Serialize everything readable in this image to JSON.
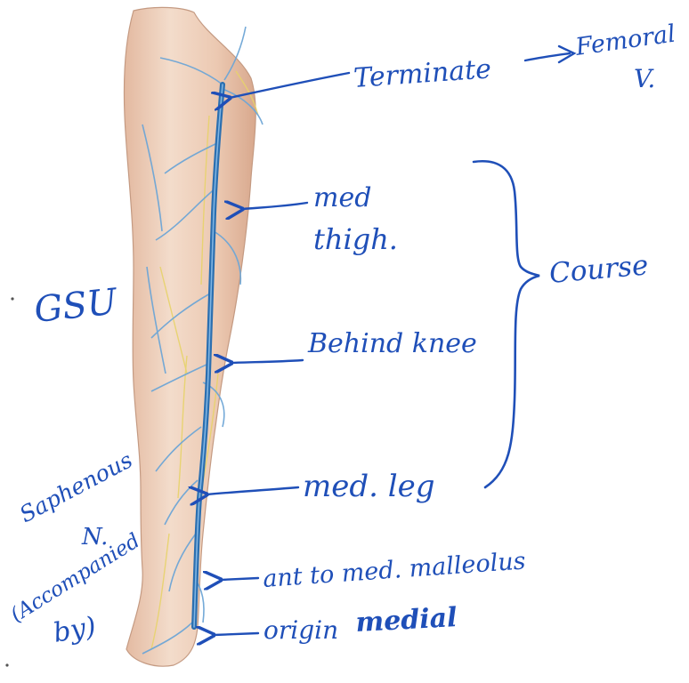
{
  "colors": {
    "ink": "#1f4fb8",
    "vein": "#2b6fb0",
    "vein_light": "#6ea6d6",
    "skin": "#efd2bf",
    "skin_shadow": "#d9ab90",
    "nerve": "#e7d36a"
  },
  "labels": {
    "gsu": "GSU",
    "terminate": "Terminate",
    "femoral": "Femoral",
    "femoral_v": "V.",
    "med_thigh_1": "med",
    "med_thigh_2": "thigh.",
    "behind_knee": "Behind knee",
    "course": "Course",
    "med_leg": "med. leg",
    "saphenous_1": "Saphenous",
    "saphenous_2": "N.",
    "saphenous_3": "(Accompanied",
    "saphenous_4": "by)",
    "ant_malleolus": "ant to med. malleolus",
    "origin": "origin",
    "origin_medial": "medial"
  },
  "icons": {
    "leg": "leg-anatomy-illustration",
    "arrow": "left-arrow-icon",
    "brace": "right-curly-brace-icon"
  }
}
